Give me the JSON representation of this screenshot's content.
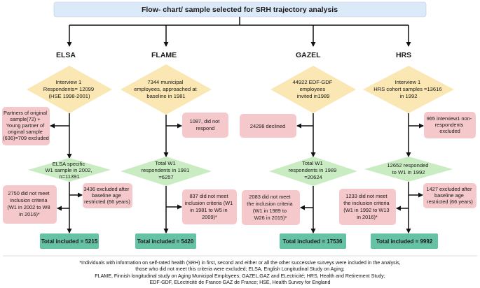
{
  "title": "Flow- chart/ sample selected for SRH trajectory analysis",
  "colors": {
    "title_box": "#dbe9f9",
    "diamond_top": "#fbe7b4",
    "diamond_mid": "#c9ecc2",
    "excluded_box": "#f5c9cb",
    "total_box": "#66c2a5"
  },
  "cohorts": [
    {
      "name": "ELSA",
      "step1": [
        "Interview 1",
        "Respondents= 12099",
        "(HSE 1998-2001)"
      ],
      "excl1": [
        "Partners of original",
        "sample(72) +",
        "Young partner of",
        "original sample",
        "(636)=709 excluded"
      ],
      "step2": [
        "ELSA specific",
        "W1 sample in 2002,",
        "n=11391"
      ],
      "excl2a": [
        "2750 did not meet",
        "inclusion criteria",
        "(W1 in 2002 to W8",
        "in 2016)*"
      ],
      "excl2b": [
        "3436 excluded after",
        "baseline age",
        "restricted (66 years)"
      ],
      "total": "Total included = 5215"
    },
    {
      "name": "FLAME",
      "step1": [
        "7344 municipal",
        "employees, approached at",
        "baseline in 1981"
      ],
      "excl1": [
        "1087, did not",
        "respond"
      ],
      "step2": [
        "Total W1",
        "respondents in 1981",
        "=6257"
      ],
      "excl2": [
        "837 did not meet",
        "inclusion criteria (W1",
        "in 1981 to W5 in",
        "2009)*"
      ],
      "total": "Total included = 5420"
    },
    {
      "name": "GAZEL",
      "step1": [
        "44922  EDF-GDF",
        "employees",
        "invited in1989"
      ],
      "excl1": [
        "24298 declined"
      ],
      "step2": [
        "Total W1",
        "respondents in 1989",
        "=20624"
      ],
      "excl2": [
        "2083 did not meet",
        "the inclusion criteria",
        "(W1 in 1989  to",
        "W26 in 2015)*"
      ],
      "total": "Total included = 17536"
    },
    {
      "name": "HRS",
      "step1": [
        "Interview 1",
        "HRS cohort samples =13616",
        "in 1992"
      ],
      "excl1": [
        "965 interview1 non-",
        "respondents",
        "excluded"
      ],
      "step2": [
        "12652 responded",
        "to W1 in 1992"
      ],
      "excl2a": [
        "1233 did not meet",
        "the inclusion criteria",
        "(W1 in 1992 to W13",
        "in 2016)*"
      ],
      "excl2b": [
        "1427 excluded after",
        "baseline age",
        "restricted (66 years)"
      ],
      "total": "Total included = 9992"
    }
  ],
  "footnote": [
    "*Individuals with information on self-rated health (SRH) in first, second and either or all the other successive surveys were included in the analysis,",
    "those who did not meet  this criteria were excluded; ELSA, English Longitudinal Study on Aging;",
    "FLAME, Finnish longitudinal study on Aging Municipal Employees; GAZEL,GAZ and ELectricité; HRS, Health and Retirement Study;",
    "EDF-GDF,  ELectricité de France-GAZ de France; HSE, Health Survey for England"
  ]
}
